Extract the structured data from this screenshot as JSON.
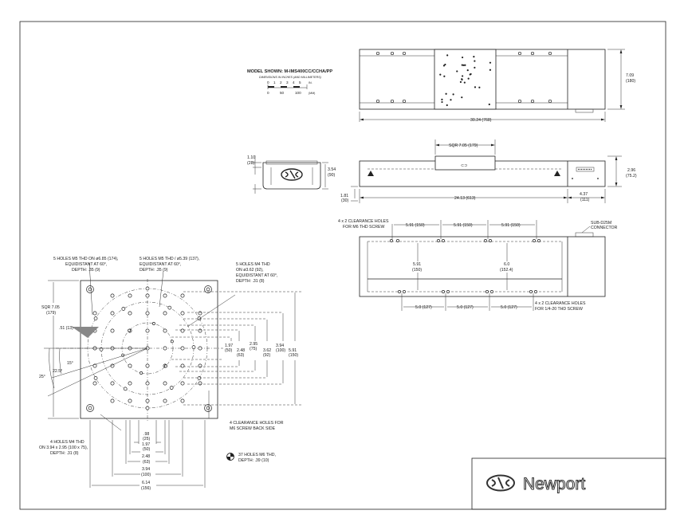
{
  "model": {
    "title": "MODEL SHOWN: M-IMS400CC/CCHA/PP",
    "subtitle": "DIMENSIONS IN INCHES (AND MILLIMETERS)",
    "scale_in_ticks": [
      "0",
      "1",
      "2",
      "3",
      "4",
      "5"
    ],
    "scale_in_unit": "IN.",
    "scale_mm_ticks": [
      "0",
      "50",
      "100"
    ],
    "scale_mm_unit": "(MM)"
  },
  "top_view": {
    "dim_length": "30.24 (768)",
    "dim_width_in": "7.09",
    "dim_width_mm": "(180)"
  },
  "side_view": {
    "dim_carriage": "SQR 7.05 (179)",
    "dim_height_in": "2.96",
    "dim_height_mm": "(75.2)",
    "dim_base_in": "1.81",
    "dim_base_mm": "(30)",
    "dim_span": "24.13 (613)",
    "dim_motor_in": "4.37",
    "dim_motor_mm": "(111)"
  },
  "end_view": {
    "dim_top_in": "1.10",
    "dim_top_mm": "(28)",
    "dim_right_in": "3.54",
    "dim_right_mm": "(90)"
  },
  "bottom_view": {
    "note_m6_line1": "4 x 2 CLEARANCE HOLES",
    "note_m6_line2": "FOR M6 THD SCREW",
    "dim_591_a": "5.91 (150)",
    "dim_591_b": "5.91 (150)",
    "dim_591_c": "5.91 (150)",
    "connector_line1": "SUB-D25M",
    "connector_line2": "CONNECTOR",
    "dim_v_591": "5.91",
    "dim_v_150": "(150)",
    "dim_v_60": "6.0",
    "dim_v_1524": "(152.4)",
    "dim_50_a": "5.0 (127)",
    "dim_50_b": "5.0 (127)",
    "dim_50_c": "5.0 (127)",
    "note_14_line1": "4 x 2 CLEARANCE HOLES",
    "note_14_line2": "FOR 1/4-20 THD SCREW"
  },
  "carriage_view": {
    "note_m5a_line1": "5 HOLES M5 THD ON ø6.85 (174),",
    "note_m5a_line2": "EQUIDISTANT AT 60°,",
    "note_m5a_line3": "DEPTH: .35 (9)",
    "note_m5b_line1": "5 HOLES M5 THD / ø5.39 (137),",
    "note_m5b_line2": "EQUIDISTANT AT 60°,",
    "note_m5b_line3": "DEPTH: .35 (9)",
    "note_m4_line1": "5 HOLES M4 THD",
    "note_m4_line2": "ON ø3.62 (92),",
    "note_m4_line3": "EQUIDISTANT AT 60°,",
    "note_m4_line4": "DEPTH: .31 (8)",
    "dim_sqr_in": "SQR 7.05",
    "dim_sqr_mm": "(179)",
    "dim_51": ".51 (13)",
    "ang_15": "15°",
    "ang_225": "22.5°",
    "ang_25": "25°",
    "dim_197_in": "1.97",
    "dim_197_mm": "(50)",
    "dim_248_in": "2.48",
    "dim_248_mm": "(63)",
    "dim_295_in": "2.95",
    "dim_295_mm": "(75)",
    "dim_362_in": "3.62",
    "dim_362_mm": "(92)",
    "dim_394_in": "3.94",
    "dim_394_mm": "(100)",
    "dim_591_in": "5.91",
    "dim_591_mm": "(150)",
    "note_back_line1": "4 CLEARANCE HOLES FOR",
    "note_back_line2": "M6 SCREW BACK SIDE",
    "note_m4b_line1": "4 HOLES M4 THD",
    "note_m4b_line2": "ON 3.94 x 2.95 (100 x 75),",
    "note_m4b_line3": "DEPTH: .31 (8)",
    "dim_h_98_in": ".98",
    "dim_h_98_mm": "(25)",
    "dim_h_197_in": "1.97",
    "dim_h_197_mm": "(50)",
    "dim_h_248_in": "2.48",
    "dim_h_248_mm": "(63)",
    "dim_h_394_in": "3.94",
    "dim_h_394_mm": "(100)",
    "dim_h_614_in": "6.14",
    "dim_h_614_mm": "(156)",
    "note_m6_line1": "37 HOLES M6 THD,",
    "note_m6_line2": "DEPTH: .39 (10)"
  },
  "brand": {
    "name": "Newport"
  }
}
